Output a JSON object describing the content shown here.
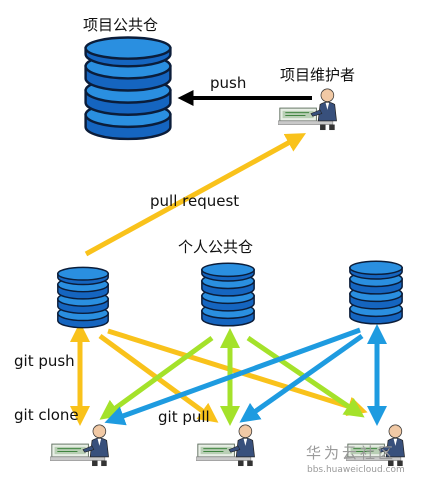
{
  "labels": {
    "main_repo": "项目公共仓",
    "maintainer": "项目维护者",
    "push": "push",
    "pull_request": "pull request",
    "personal_repo": "个人公共仓",
    "git_push": "git push",
    "git_clone": "git clone",
    "git_pull": "git pull"
  },
  "watermark": {
    "brand": "华为云社区",
    "url": "bbs.huaweicloud.com"
  },
  "colors": {
    "db_blue": "#1565c0",
    "db_light": "#2a8fe0",
    "arrow_yellow": "#f9c21b",
    "arrow_green": "#a4e22a",
    "arrow_blue": "#1e9be0",
    "arrow_black": "#000000"
  }
}
